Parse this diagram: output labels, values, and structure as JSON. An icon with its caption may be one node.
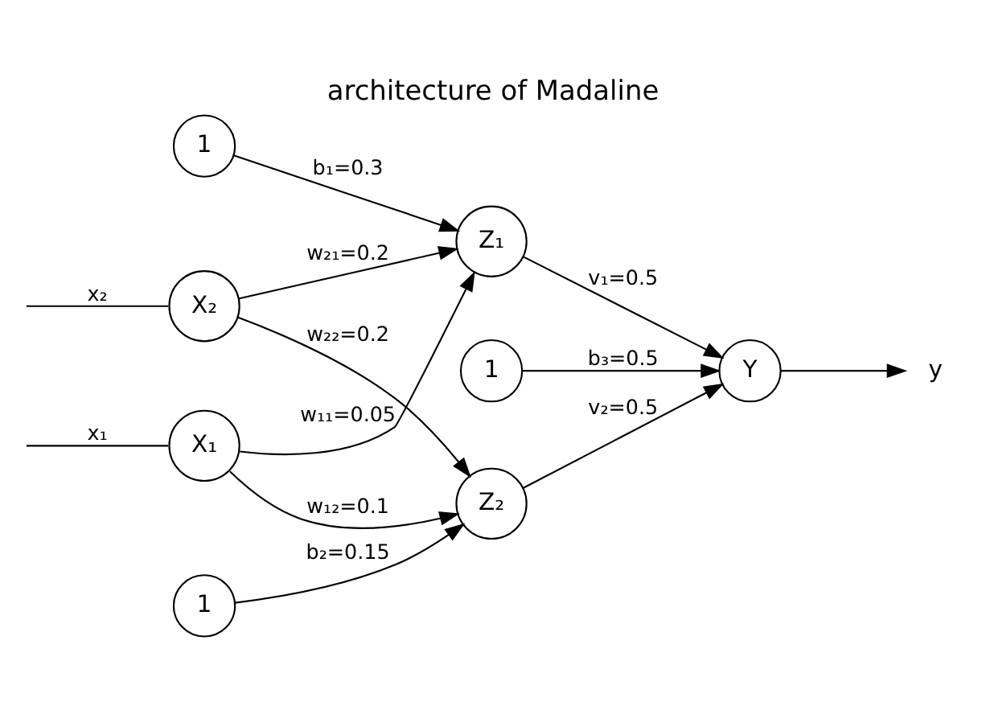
{
  "diagram": {
    "title": "architecture of Madaline",
    "nodes": [
      {
        "text": [
          "1"
        ]
      },
      {
        "text": [
          "X₁"
        ]
      },
      {
        "text": [
          "Z₁"
        ]
      },
      {
        "text": [
          "1"
        ]
      },
      {
        "text": [
          "Y"
        ]
      },
      {
        "text": [
          "X₂"
        ]
      },
      {
        "text": [
          "Z₂"
        ]
      },
      {
        "text": [
          "1"
        ]
      },
      {
        "text": [
          "y"
        ]
      }
    ],
    "edges": [
      {
        "from": null,
        "to": 1,
        "arrow": "none",
        "label": "x₁"
      },
      {
        "from": 0,
        "to": 2,
        "arrow": "to",
        "label": "b₁=0.3"
      },
      {
        "from": 1,
        "to": 2,
        "arrow": "to",
        "label": "w₁₁=0.05"
      },
      {
        "from": 1,
        "to": 6,
        "arrow": "to",
        "label": "w₁₂=0.1"
      },
      {
        "from": null,
        "to": 5,
        "arrow": "none",
        "label": "x₂"
      },
      {
        "from": 5,
        "to": 2,
        "arrow": "to",
        "label": "w₂₁=0.2"
      },
      {
        "from": 5,
        "to": 6,
        "arrow": "to",
        "label": "w₂₂=0.2"
      },
      {
        "from": 7,
        "to": 6,
        "arrow": "to",
        "label": "b₂=0.15"
      },
      {
        "from": 2,
        "to": 4,
        "arrow": "to",
        "label": "v₁=0.5"
      },
      {
        "from": 6,
        "to": 4,
        "arrow": "to",
        "label": "v₂=0.5"
      },
      {
        "from": 3,
        "to": 4,
        "arrow": "to",
        "label": "b₃=0.5"
      },
      {
        "from": 4,
        "to": 8,
        "arrow": "to"
      }
    ]
  }
}
